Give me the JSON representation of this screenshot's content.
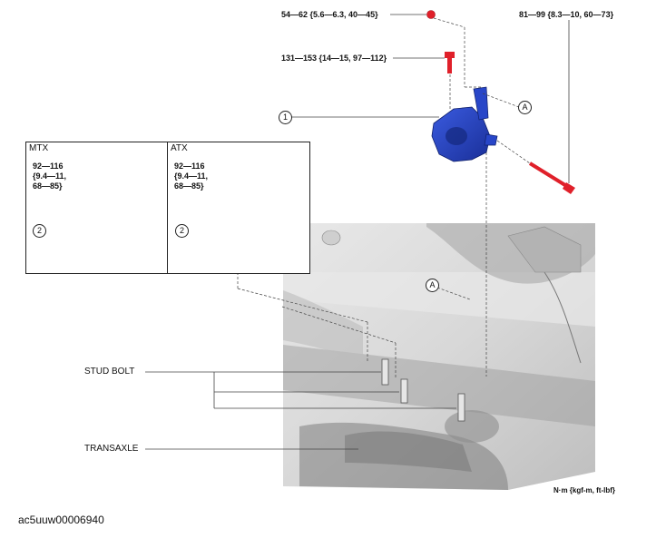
{
  "torque": {
    "top_nut": "54—62 {5.6—6.3, 40—45}",
    "side_bolt": "81—99 {8.3—10, 60—73}",
    "upper_bolt": "131—153 {14—15, 97—112}"
  },
  "callouts": {
    "part1": "1",
    "part2_mtx": "2",
    "part2_atx": "2",
    "ref_a_top": "A",
    "ref_a_engine": "A"
  },
  "insets": {
    "mtx": {
      "title": "MTX",
      "torque_lines": [
        "92—116",
        "{9.4—11,",
        "68—85}"
      ]
    },
    "atx": {
      "title": "ATX",
      "torque_lines": [
        "92—116",
        "{9.4—11,",
        "68—85}"
      ]
    }
  },
  "labels": {
    "stud_bolt": "STUD BOLT",
    "transaxle": "TRANSAXLE",
    "units": "N·m {kgf-m, ft-lbf}",
    "figure_id": "ac5uuw00006940"
  },
  "colors": {
    "part_blue": "#1f3fbf",
    "fastener_red": "#e0202a",
    "engine_gray": "#c9c9c9"
  }
}
